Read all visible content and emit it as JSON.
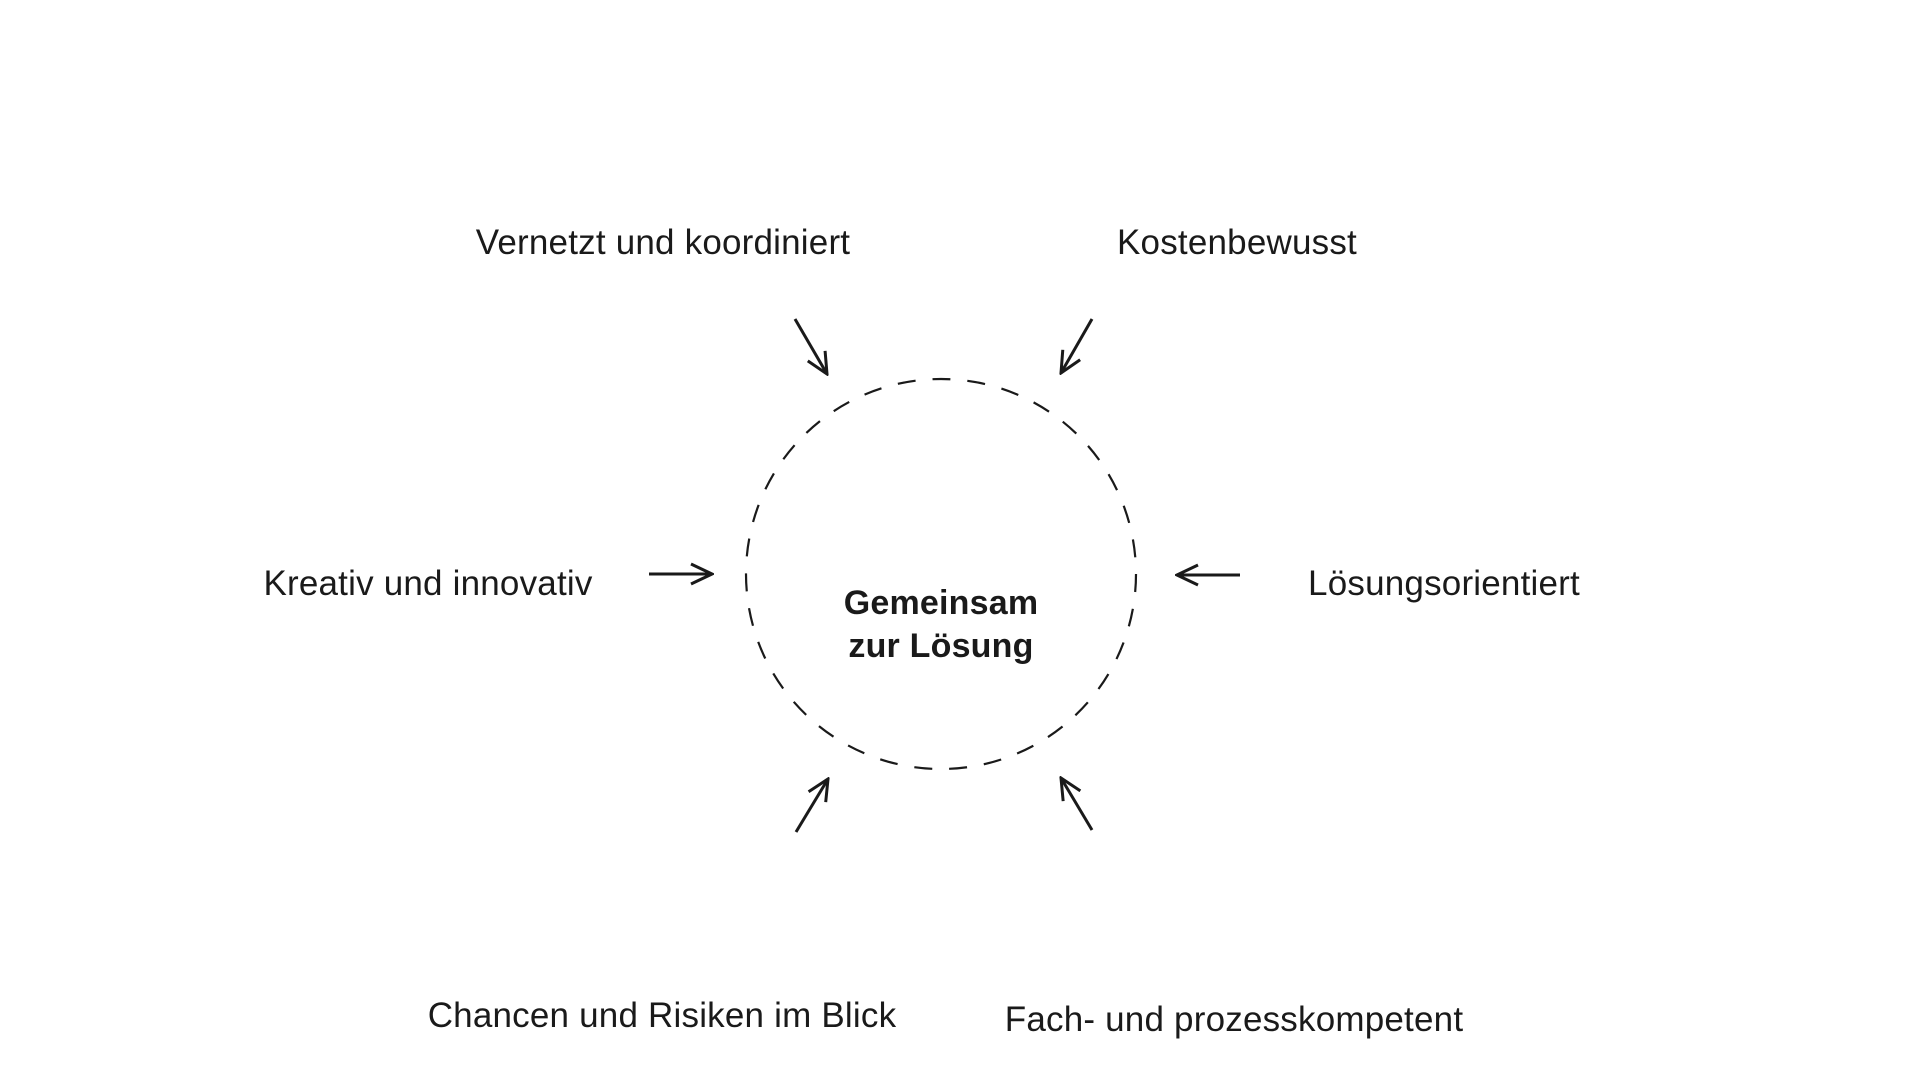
{
  "center": {
    "line1": "Gemeinsam",
    "line2": "zur Lösung"
  },
  "labels": {
    "top_left": "Vernetzt und koordiniert",
    "top_right": "Kostenbewusst",
    "left": "Kreativ und innovativ",
    "right": "Lösungsorientiert",
    "bottom_left": "Chancen und Risiken im Blick",
    "bottom_right": "Fach- und prozesskompetent"
  },
  "colors": {
    "text": "#1a1a1a",
    "line": "#1a1a1a",
    "background": "#ffffff"
  }
}
